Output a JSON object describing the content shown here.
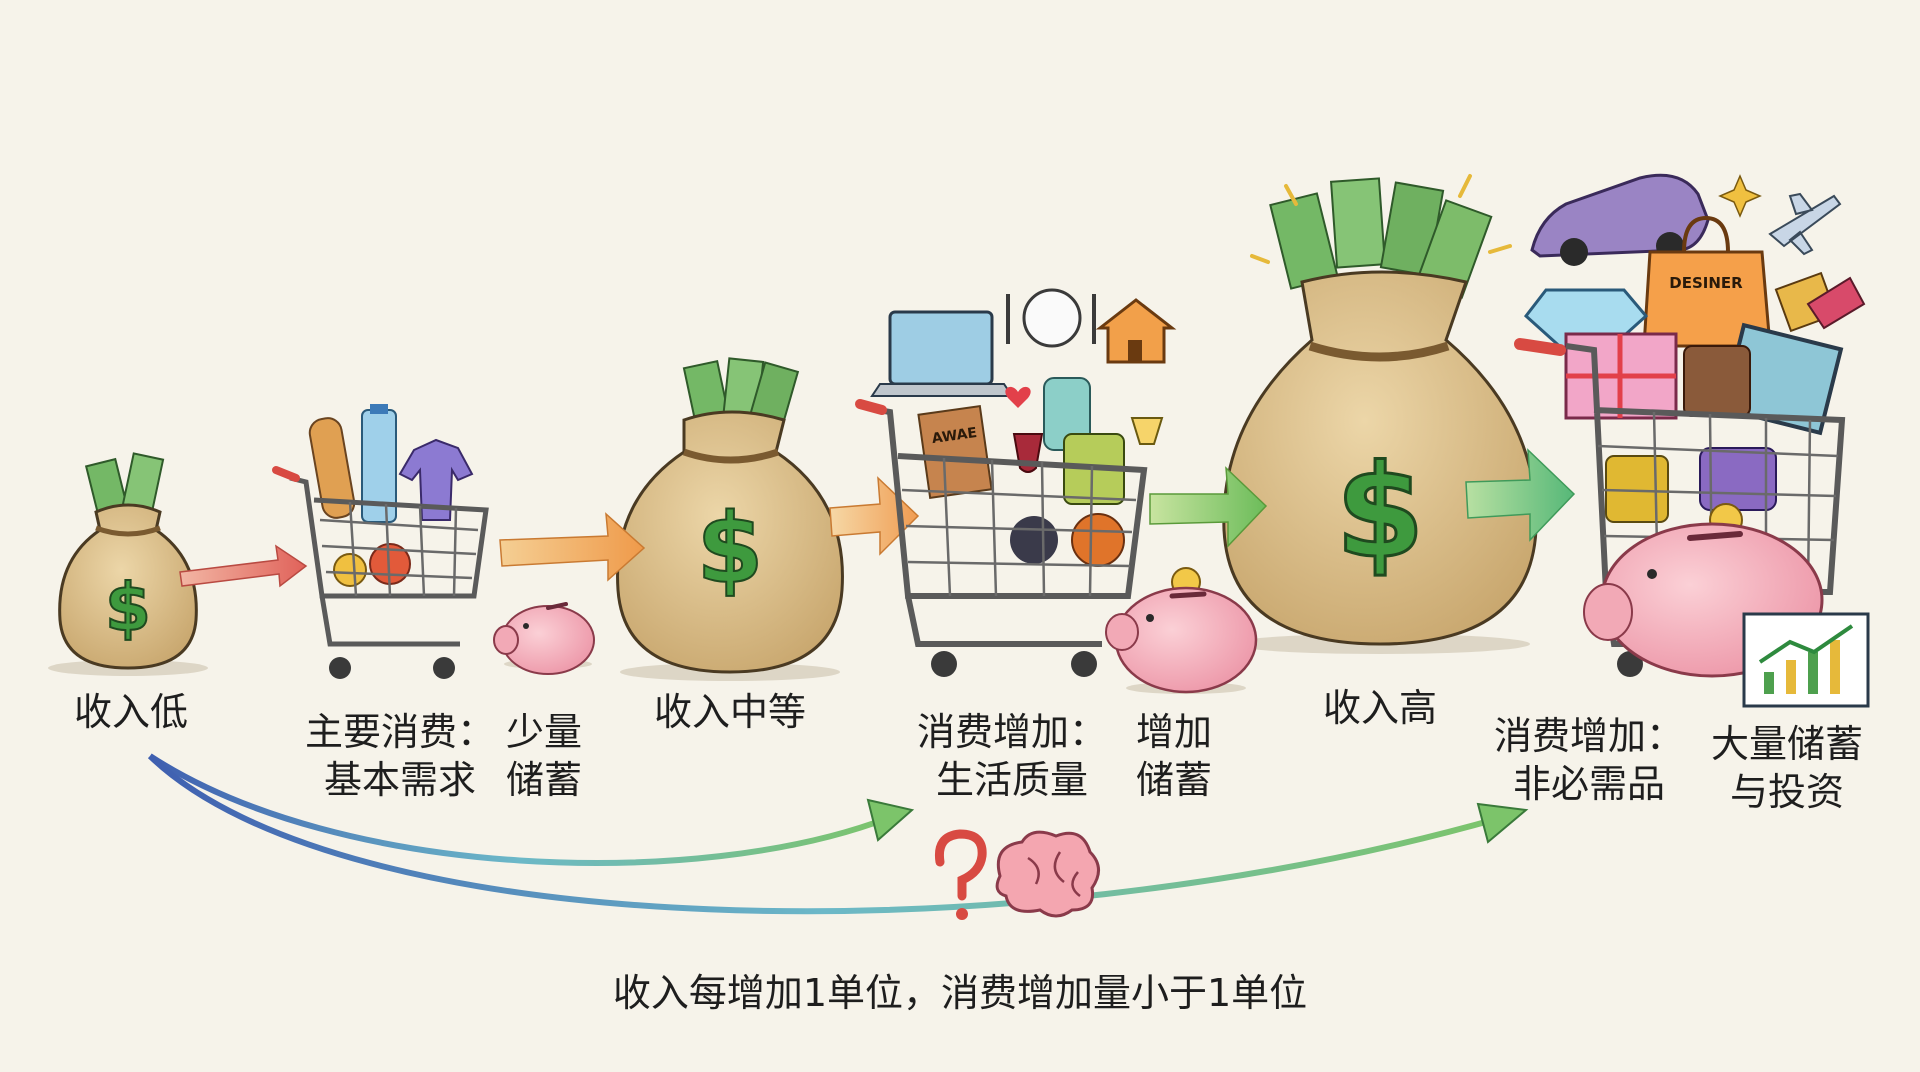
{
  "stages": [
    {
      "income_label": "收入低",
      "consumption_label": "主要消费：\n基本需求",
      "savings_label": "少量\n储蓄"
    },
    {
      "income_label": "收入中等",
      "consumption_label": "消费增加：\n生活质量",
      "savings_label": "增加\n储蓄"
    },
    {
      "income_label": "收入高",
      "consumption_label": "消费增加：\n非必需品",
      "savings_label": "大量储蓄\n与投资"
    }
  ],
  "cart_items": {
    "middle_book_text": "AWAE",
    "high_bag_text": "DESINER"
  },
  "caption": "收入每增加1单位，消费增加量小于1单位",
  "colors": {
    "background": "#f6f3ea",
    "bag": "#d9bd8a",
    "money": "#4ea04e",
    "dollar_sign": "#3e9a3e",
    "piggy": "#f2a9b6",
    "arrow_red": "#e77e78",
    "arrow_orange": "#f0a860",
    "arrow_green": "#8ac66a"
  }
}
